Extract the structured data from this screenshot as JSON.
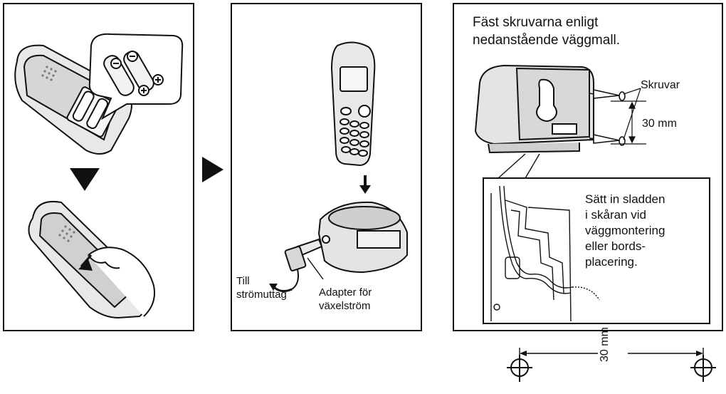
{
  "panel_battery": {
    "step_arrow": "down-triangle-arrow"
  },
  "panel_charger": {
    "label_outlet": "Till\nströmuttag",
    "label_adapter": "Adapter för\nväxelström"
  },
  "step_arrow_between": "right-triangle-arrow",
  "panel_wall": {
    "title": "Fäst skruvarna enligt\nnedanstående väggmall.",
    "label_screws": "Skruvar",
    "label_distance": "30 mm",
    "inset_text": "Sätt in sladden\ni skåran vid\nväggmontering\neller bords-\nplacering."
  },
  "wall_template": {
    "distance_label": "30 mm"
  }
}
